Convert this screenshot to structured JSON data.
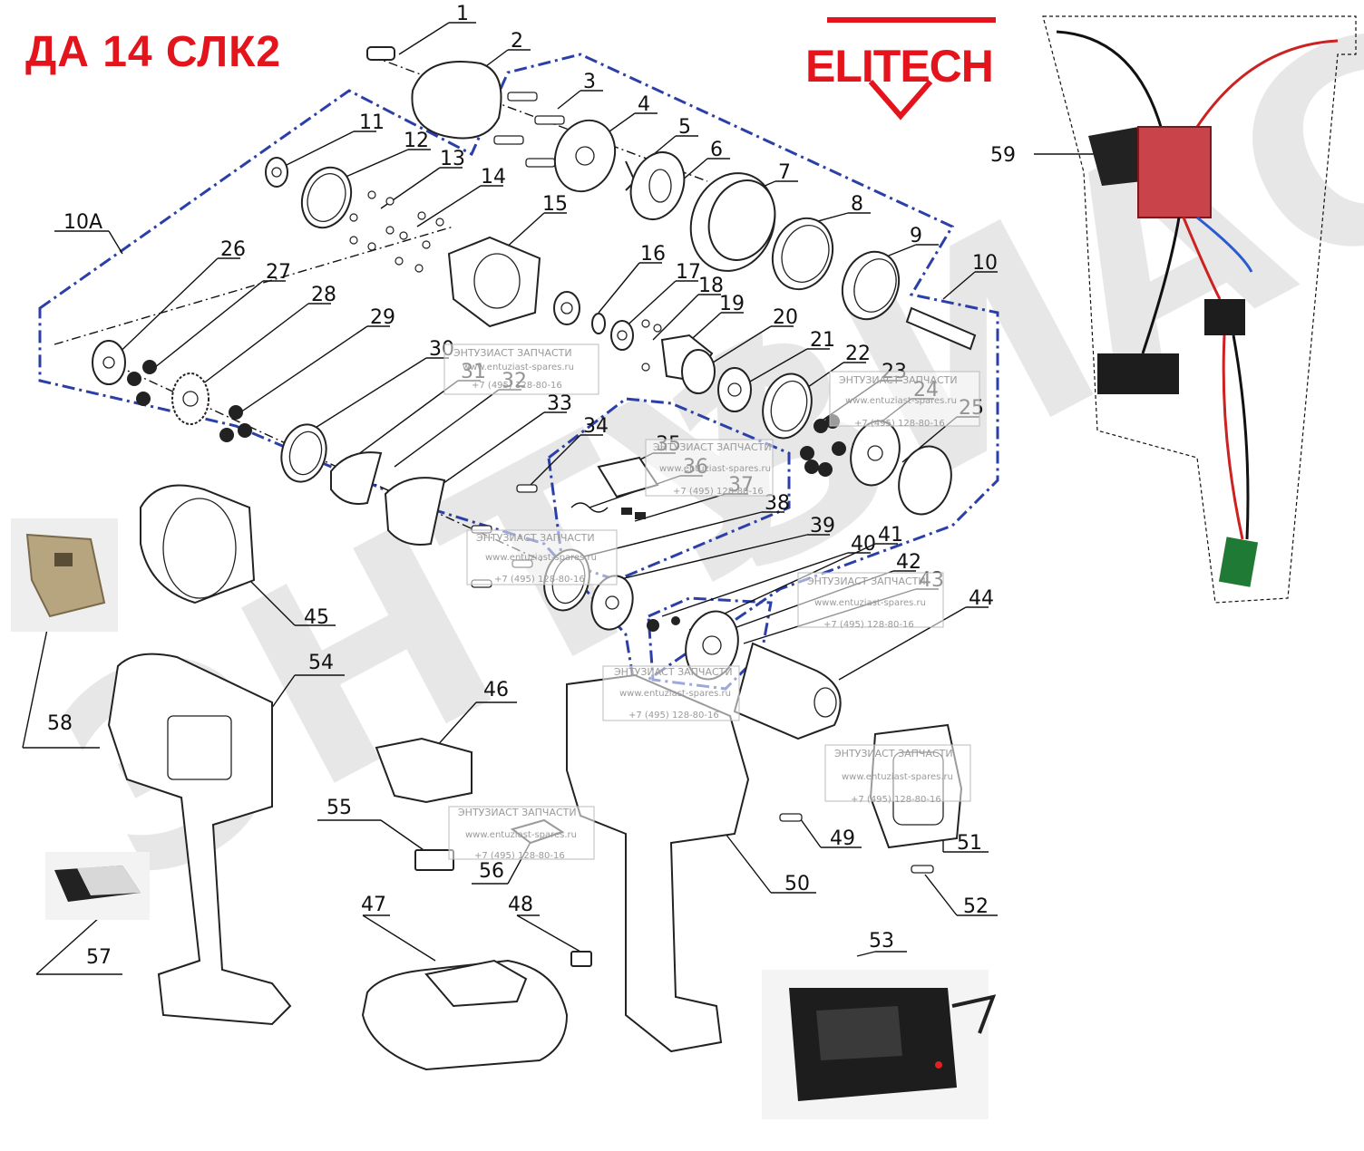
{
  "title": "ДА 14 СЛК2",
  "brand": "ELITECH",
  "accent_color": "#e3141b",
  "group_color": "#2b3fa8",
  "watermark": {
    "name": "ЭНТУЗИАСТ ЗАПЧАСТИ",
    "site": "www.entuziast-spares.ru",
    "phone": "+7 (495) 128-80-16"
  },
  "part_labels": [
    "1",
    "2",
    "3",
    "4",
    "5",
    "6",
    "7",
    "8",
    "9",
    "10",
    "10A",
    "11",
    "12",
    "13",
    "14",
    "15",
    "16",
    "17",
    "18",
    "19",
    "20",
    "21",
    "22",
    "23",
    "24",
    "25",
    "26",
    "27",
    "28",
    "29",
    "30",
    "31",
    "32",
    "33",
    "34",
    "35",
    "36",
    "37",
    "38",
    "39",
    "40",
    "41",
    "42",
    "43",
    "44",
    "45",
    "46",
    "47",
    "48",
    "49",
    "50",
    "51",
    "52",
    "53",
    "54",
    "55",
    "56",
    "57",
    "58",
    "59"
  ]
}
